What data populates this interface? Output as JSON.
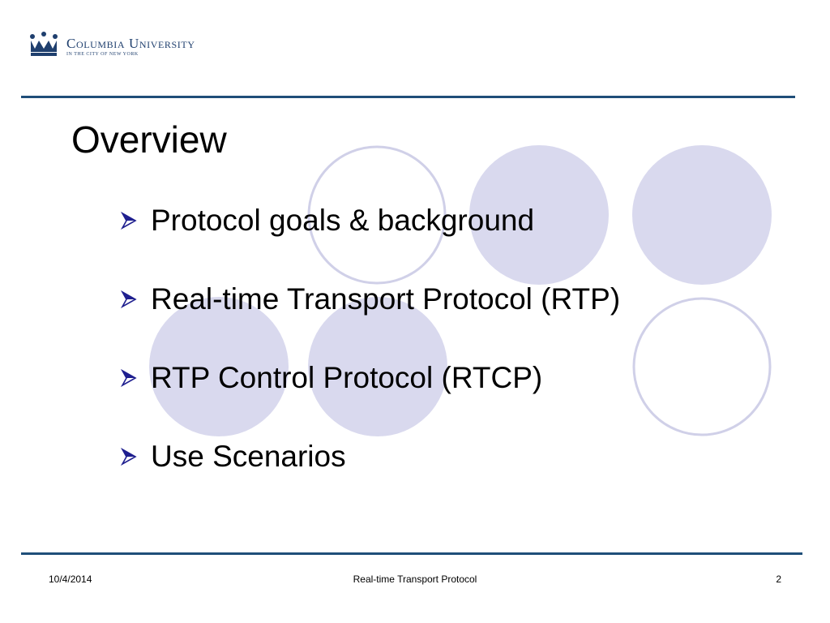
{
  "logo": {
    "name": "Columbia University",
    "sub": "IN THE CITY OF NEW YORK"
  },
  "title": "Overview",
  "bullets": [
    {
      "label": "Protocol goals & background"
    },
    {
      "label": "Real-time Transport Protocol (RTP)"
    },
    {
      "label": "RTP Control Protocol (RTCP)"
    },
    {
      "label": "Use Scenarios"
    }
  ],
  "footer": {
    "date": "10/4/2014",
    "center": "Real-time Transport Protocol",
    "page": "2"
  },
  "colors": {
    "rule": "#1f4e79",
    "circle_fill": "#d9d9ee",
    "circle_stroke": "#d0d0e8",
    "bullet_arrow": "#1f1f8f",
    "logo": "#1f3f6e"
  },
  "icons": {
    "logo": "crown-icon",
    "bullet": "arrow-bullet-icon"
  }
}
